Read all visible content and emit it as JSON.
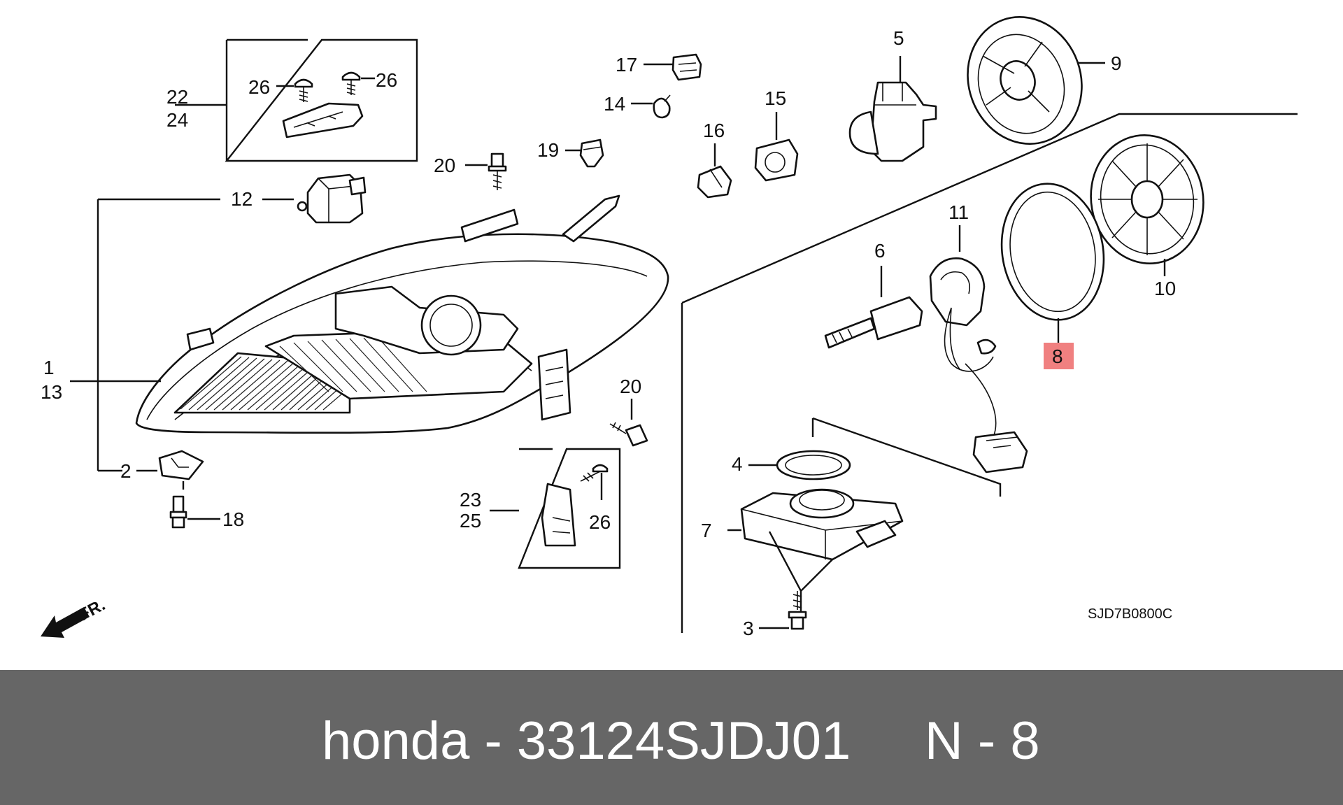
{
  "diagram": {
    "drawing_code": "SJD7B0800C",
    "direction_label": "FR.",
    "highlighted_part": "8",
    "callouts": [
      {
        "id": "c1",
        "text": "1"
      },
      {
        "id": "c13",
        "text": "13"
      },
      {
        "id": "c2",
        "text": "2"
      },
      {
        "id": "c3",
        "text": "3"
      },
      {
        "id": "c4",
        "text": "4"
      },
      {
        "id": "c5",
        "text": "5"
      },
      {
        "id": "c6",
        "text": "6"
      },
      {
        "id": "c7",
        "text": "7"
      },
      {
        "id": "c8",
        "text": "8"
      },
      {
        "id": "c9",
        "text": "9"
      },
      {
        "id": "c10",
        "text": "10"
      },
      {
        "id": "c11",
        "text": "11"
      },
      {
        "id": "c12",
        "text": "12"
      },
      {
        "id": "c14",
        "text": "14"
      },
      {
        "id": "c15",
        "text": "15"
      },
      {
        "id": "c16",
        "text": "16"
      },
      {
        "id": "c17",
        "text": "17"
      },
      {
        "id": "c18",
        "text": "18"
      },
      {
        "id": "c19",
        "text": "19"
      },
      {
        "id": "c20a",
        "text": "20"
      },
      {
        "id": "c20b",
        "text": "20"
      },
      {
        "id": "c22",
        "text": "22"
      },
      {
        "id": "c24",
        "text": "24"
      },
      {
        "id": "c23",
        "text": "23"
      },
      {
        "id": "c25",
        "text": "25"
      },
      {
        "id": "c26a",
        "text": "26"
      },
      {
        "id": "c26b",
        "text": "26"
      },
      {
        "id": "c26c",
        "text": "26"
      }
    ]
  },
  "footer": {
    "text": "honda - 33124SJDJ01     N - 8"
  },
  "colors": {
    "highlight": "#f08080",
    "footer_bg": "#666666",
    "footer_text": "#ffffff"
  }
}
